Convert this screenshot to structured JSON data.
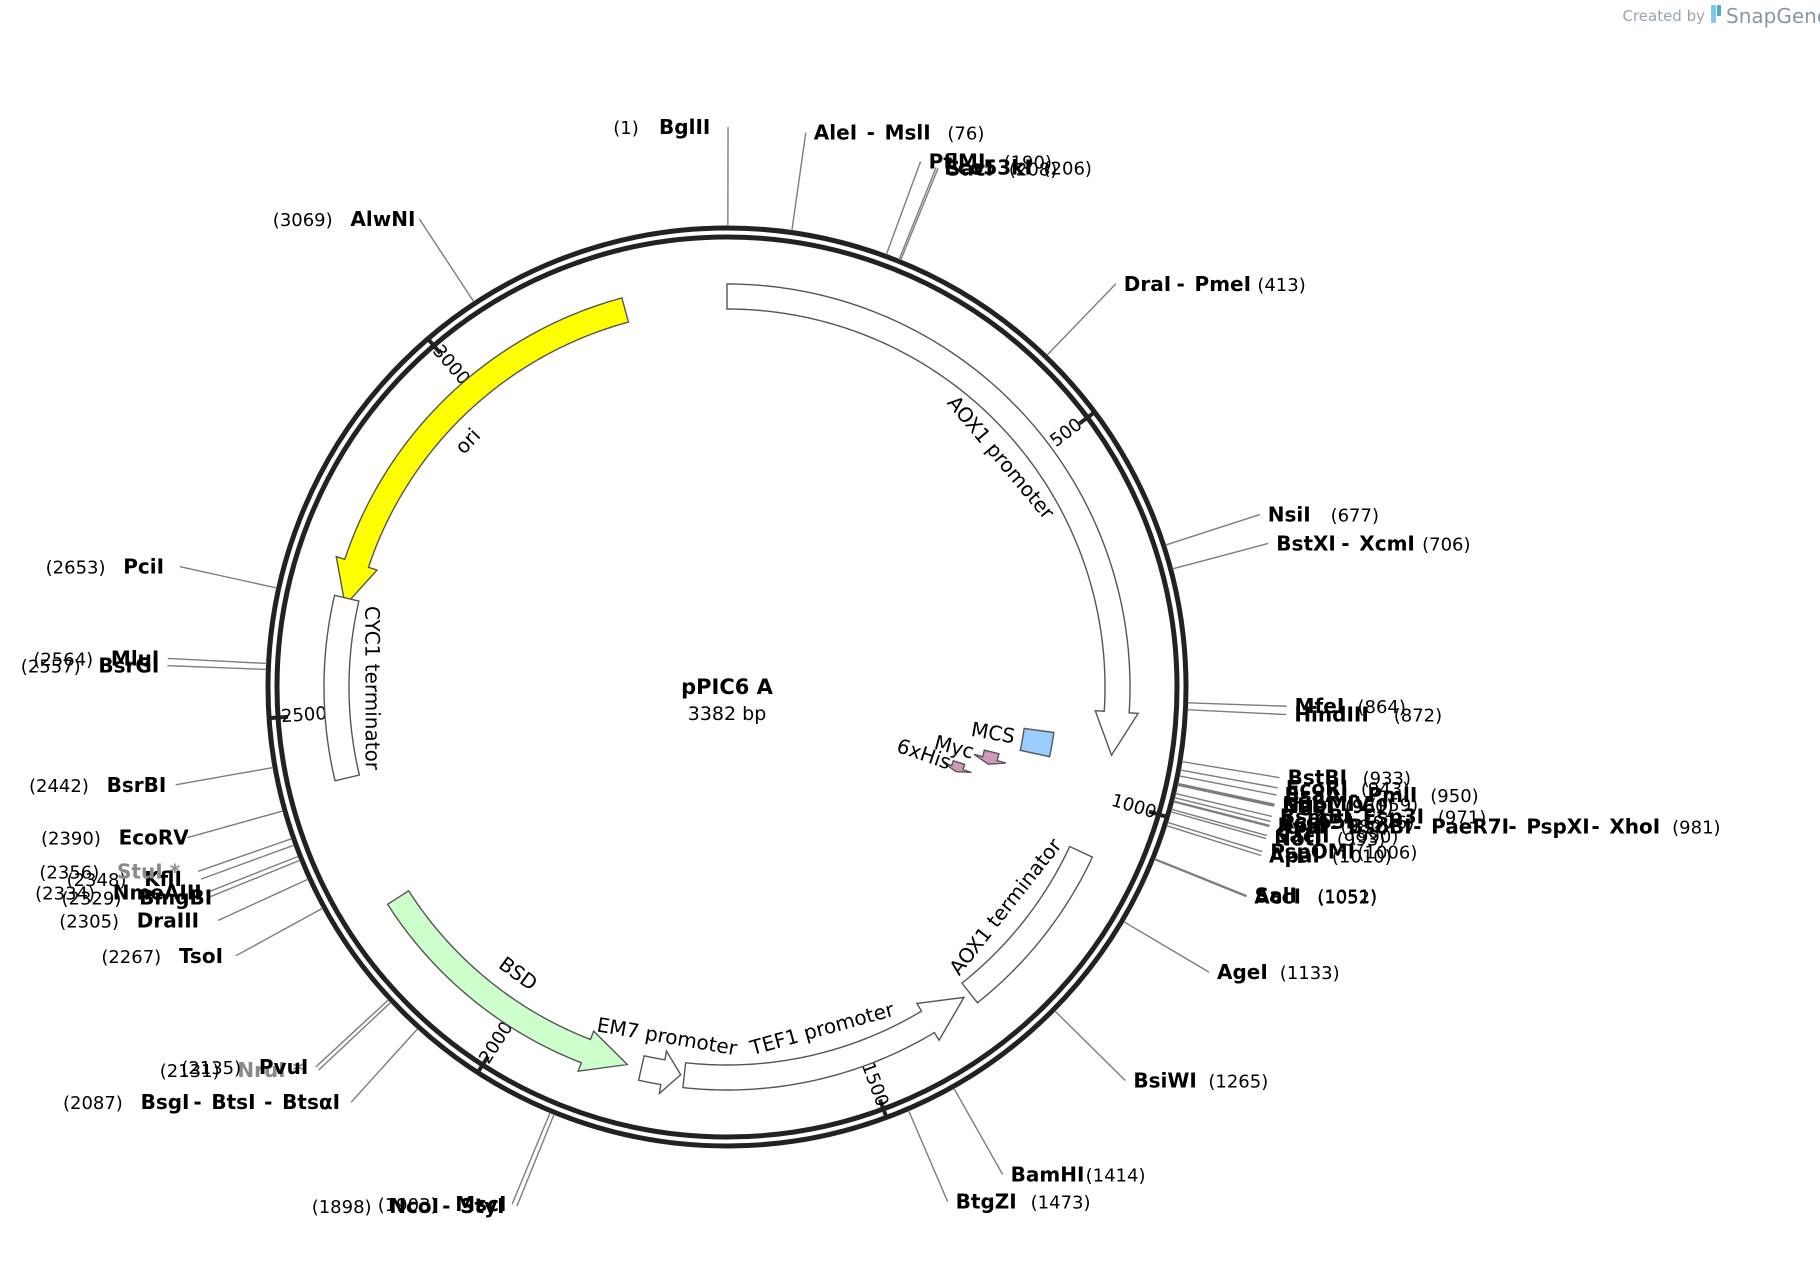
{
  "branding": {
    "created_by": "Created by",
    "product": "SnapGene"
  },
  "plasmid": {
    "name": "pPIC6 A",
    "size_label": "3382 bp",
    "length": 3382
  },
  "ticks": [
    {
      "pos": 500,
      "label": "500"
    },
    {
      "pos": 1000,
      "label": "1000"
    },
    {
      "pos": 1500,
      "label": "1500"
    },
    {
      "pos": 2000,
      "label": "2000"
    },
    {
      "pos": 2500,
      "label": "2500"
    },
    {
      "pos": 3000,
      "label": "3000"
    }
  ],
  "features": [
    {
      "name": "AOX1 promoter",
      "label": "AOX1 promoter",
      "start": 0,
      "end": 940,
      "dir": 1,
      "track": "outer",
      "fill": "#ffffff"
    },
    {
      "name": "ori",
      "label": "ori",
      "start": 2650,
      "end": 3240,
      "dir": -1,
      "track": "outer",
      "fill": "#ffff00"
    },
    {
      "name": "CYC1 terminator",
      "label": "CYC1 terminator",
      "start": 2410,
      "end": 2660,
      "dir": 0,
      "track": "outer",
      "fill": "#ffffff"
    },
    {
      "name": "AOX1 terminator",
      "label": "AOX1 terminator",
      "start": 1080,
      "end": 1330,
      "dir": 0,
      "track": "outer",
      "fill": "#ffffff"
    },
    {
      "name": "TEF1 promoter",
      "label": "TEF1 promoter",
      "start": 1340,
      "end": 1750,
      "dir": -1,
      "track": "outer",
      "fill": "#ffffff"
    },
    {
      "name": "EM7 promoter",
      "label": "EM7 promoter",
      "start": 1755,
      "end": 1810,
      "dir": -1,
      "track": "outer",
      "fill": "#ffffff"
    },
    {
      "name": "BSD",
      "label": "BSD",
      "start": 1830,
      "end": 2230,
      "dir": -1,
      "track": "outer",
      "fill": "#ccffcc"
    },
    {
      "name": "MCS",
      "label": "MCS",
      "start": 920,
      "end": 960,
      "dir": 0,
      "track": "inner1",
      "fill": "#99ccff"
    },
    {
      "name": "Myc",
      "label": "Myc",
      "start": 975,
      "end": 1000,
      "dir": 1,
      "track": "inner2",
      "fill": "#cc99bb"
    },
    {
      "name": "6xHis",
      "label": "6xHis",
      "start": 1015,
      "end": 1036,
      "dir": 1,
      "track": "inner3",
      "fill": "#cc99bb"
    }
  ],
  "sites": [
    {
      "id": "bglii",
      "pos": 1,
      "parts": [
        "BglII"
      ],
      "pos_label": "(1)",
      "gray": false,
      "side": "L"
    },
    {
      "id": "alei",
      "pos": 76,
      "parts": [
        "AleI",
        "MslI"
      ],
      "pos_label": "(76)",
      "gray": false,
      "side": "R"
    },
    {
      "id": "pflmi",
      "pos": 190,
      "parts": [
        "PflMI"
      ],
      "pos_label": "(190)",
      "gray": false,
      "side": "R"
    },
    {
      "id": "eco53ki",
      "pos": 206,
      "parts": [
        "Eco53kI"
      ],
      "pos_label": "(206)",
      "gray": false,
      "side": "R"
    },
    {
      "id": "saci",
      "pos": 208,
      "parts": [
        "SacI"
      ],
      "pos_label": "(208)",
      "gray": false,
      "side": "R"
    },
    {
      "id": "drai",
      "pos": 413,
      "parts": [
        "DraI",
        "PmeI"
      ],
      "pos_label": "(413)",
      "gray": false,
      "side": "R"
    },
    {
      "id": "nsii",
      "pos": 677,
      "parts": [
        "NsiI"
      ],
      "pos_label": "(677)",
      "gray": false,
      "side": "R"
    },
    {
      "id": "bstxi",
      "pos": 706,
      "parts": [
        "BstXI",
        "XcmI"
      ],
      "pos_label": "(706)",
      "gray": false,
      "side": "R"
    },
    {
      "id": "mfei",
      "pos": 864,
      "parts": [
        "MfeI"
      ],
      "pos_label": "(864)",
      "gray": false,
      "side": "R"
    },
    {
      "id": "hindiii",
      "pos": 872,
      "parts": [
        "HindIII"
      ],
      "pos_label": "(872)",
      "gray": false,
      "side": "R"
    },
    {
      "id": "bstbi",
      "pos": 933,
      "parts": [
        "BstBI"
      ],
      "pos_label": "(933)",
      "gray": false,
      "side": "R"
    },
    {
      "id": "ecori",
      "pos": 943,
      "parts": [
        "EcoRI"
      ],
      "pos_label": "(943)",
      "gray": false,
      "side": "R"
    },
    {
      "id": "bsaai",
      "pos": 950,
      "parts": [
        "BsaAI",
        "PmlI"
      ],
      "pos_label": "(950)",
      "gray": false,
      "side": "R"
    },
    {
      "id": "ngomiv",
      "pos": 959,
      "parts": [
        "NgoMIV"
      ],
      "pos_label": "(959)",
      "gray": false,
      "side": "R"
    },
    {
      "id": "sfii",
      "pos": 960,
      "parts": [
        "SfiI"
      ],
      "pos_label": "(960)",
      "gray": false,
      "side": "R"
    },
    {
      "id": "naei",
      "pos": 961,
      "parts": [
        "NaeI"
      ],
      "pos_label": "(961)",
      "gray": false,
      "side": "R"
    },
    {
      "id": "bsmbi",
      "pos": 971,
      "parts": [
        "BsmBI",
        "Esp3I"
      ],
      "pos_label": "(971)",
      "gray": false,
      "side": "R"
    },
    {
      "id": "acc65i",
      "pos": 976,
      "parts": [
        "Acc65I"
      ],
      "pos_label": "(976)",
      "gray": false,
      "side": "R"
    },
    {
      "id": "kpni",
      "pos": 980,
      "parts": [
        "KpnI"
      ],
      "pos_label": "(980)",
      "gray": false,
      "side": "R"
    },
    {
      "id": "avai",
      "pos": 981,
      "parts": [
        "AvaI",
        "BsoBI",
        "PaeR7I",
        "PspXI",
        "XhoI"
      ],
      "pos_label": "(981)",
      "gray": false,
      "side": "R"
    },
    {
      "id": "sacii",
      "pos": 990,
      "parts": [
        "SacII"
      ],
      "pos_label": "(990)",
      "gray": false,
      "side": "R"
    },
    {
      "id": "noti",
      "pos": 993,
      "parts": [
        "NotI"
      ],
      "pos_label": "(993)",
      "gray": false,
      "side": "R"
    },
    {
      "id": "pspomi",
      "pos": 1006,
      "parts": [
        "PspOMI"
      ],
      "pos_label": "(1006)",
      "gray": false,
      "side": "R"
    },
    {
      "id": "apai",
      "pos": 1010,
      "parts": [
        "ApaI"
      ],
      "pos_label": "(1010)",
      "gray": false,
      "side": "R"
    },
    {
      "id": "sali",
      "pos": 1051,
      "parts": [
        "SalI"
      ],
      "pos_label": "(1051)",
      "gray": false,
      "side": "R"
    },
    {
      "id": "acci",
      "pos": 1052,
      "parts": [
        "AccI"
      ],
      "pos_label": "(1052)",
      "gray": false,
      "side": "R"
    },
    {
      "id": "agei",
      "pos": 1133,
      "parts": [
        "AgeI"
      ],
      "pos_label": "(1133)",
      "gray": false,
      "side": "R"
    },
    {
      "id": "bsiwi",
      "pos": 1265,
      "parts": [
        "BsiWI"
      ],
      "pos_label": "(1265)",
      "gray": false,
      "side": "R"
    },
    {
      "id": "bamhi",
      "pos": 1414,
      "parts": [
        "BamHI"
      ],
      "pos_label": "(1414)",
      "gray": false,
      "side": "R"
    },
    {
      "id": "btgzi",
      "pos": 1473,
      "parts": [
        "BtgZI"
      ],
      "pos_label": "(1473)",
      "gray": false,
      "side": "R"
    },
    {
      "id": "msci",
      "pos": 1903,
      "parts": [
        "MscI"
      ],
      "pos_label": "(1903)",
      "gray": false,
      "side": "L"
    },
    {
      "id": "ncoi",
      "pos": 1898,
      "parts": [
        "NcoI",
        "StyI"
      ],
      "pos_label": "(1898)",
      "gray": false,
      "side": "L"
    },
    {
      "id": "bsgi",
      "pos": 2087,
      "parts": [
        "BsgI",
        "BtsI",
        "BtsαI"
      ],
      "pos_label": "(2087)",
      "gray": false,
      "side": "L"
    },
    {
      "id": "nrui",
      "pos": 2131,
      "parts": [
        "NruI *"
      ],
      "pos_label": "(2131)",
      "gray": true,
      "side": "L"
    },
    {
      "id": "pvui",
      "pos": 2135,
      "parts": [
        "PvuI"
      ],
      "pos_label": "(2135)",
      "gray": false,
      "side": "L"
    },
    {
      "id": "tsoi",
      "pos": 2267,
      "parts": [
        "TsoI"
      ],
      "pos_label": "(2267)",
      "gray": false,
      "side": "L"
    },
    {
      "id": "draiii",
      "pos": 2305,
      "parts": [
        "DraIII"
      ],
      "pos_label": "(2305)",
      "gray": false,
      "side": "L"
    },
    {
      "id": "bmgbi",
      "pos": 2329,
      "parts": [
        "BmgBI"
      ],
      "pos_label": "(2329)",
      "gray": false,
      "side": "L"
    },
    {
      "id": "nmeaiii",
      "pos": 2334,
      "parts": [
        "NmeAIII"
      ],
      "pos_label": "(2334)",
      "gray": false,
      "side": "L"
    },
    {
      "id": "kfli",
      "pos": 2348,
      "parts": [
        "KflI"
      ],
      "pos_label": "(2348)",
      "gray": false,
      "side": "L"
    },
    {
      "id": "stui",
      "pos": 2356,
      "parts": [
        "StuI *"
      ],
      "pos_label": "(2356)",
      "gray": true,
      "side": "L"
    },
    {
      "id": "ecorv",
      "pos": 2390,
      "parts": [
        "EcoRV"
      ],
      "pos_label": "(2390)",
      "gray": false,
      "side": "L"
    },
    {
      "id": "bsrbi",
      "pos": 2442,
      "parts": [
        "BsrBI"
      ],
      "pos_label": "(2442)",
      "gray": false,
      "side": "L"
    },
    {
      "id": "bsrgi",
      "pos": 2557,
      "parts": [
        "BsrGI"
      ],
      "pos_label": "(2557)",
      "gray": false,
      "side": "L"
    },
    {
      "id": "mlui",
      "pos": 2564,
      "parts": [
        "MluI"
      ],
      "pos_label": "(2564)",
      "gray": false,
      "side": "L"
    },
    {
      "id": "pcii",
      "pos": 2653,
      "parts": [
        "PciI"
      ],
      "pos_label": "(2653)",
      "gray": false,
      "side": "L"
    },
    {
      "id": "alwni",
      "pos": 3069,
      "parts": [
        "AlwNI"
      ],
      "pos_label": "(3069)",
      "gray": false,
      "side": "L"
    }
  ]
}
